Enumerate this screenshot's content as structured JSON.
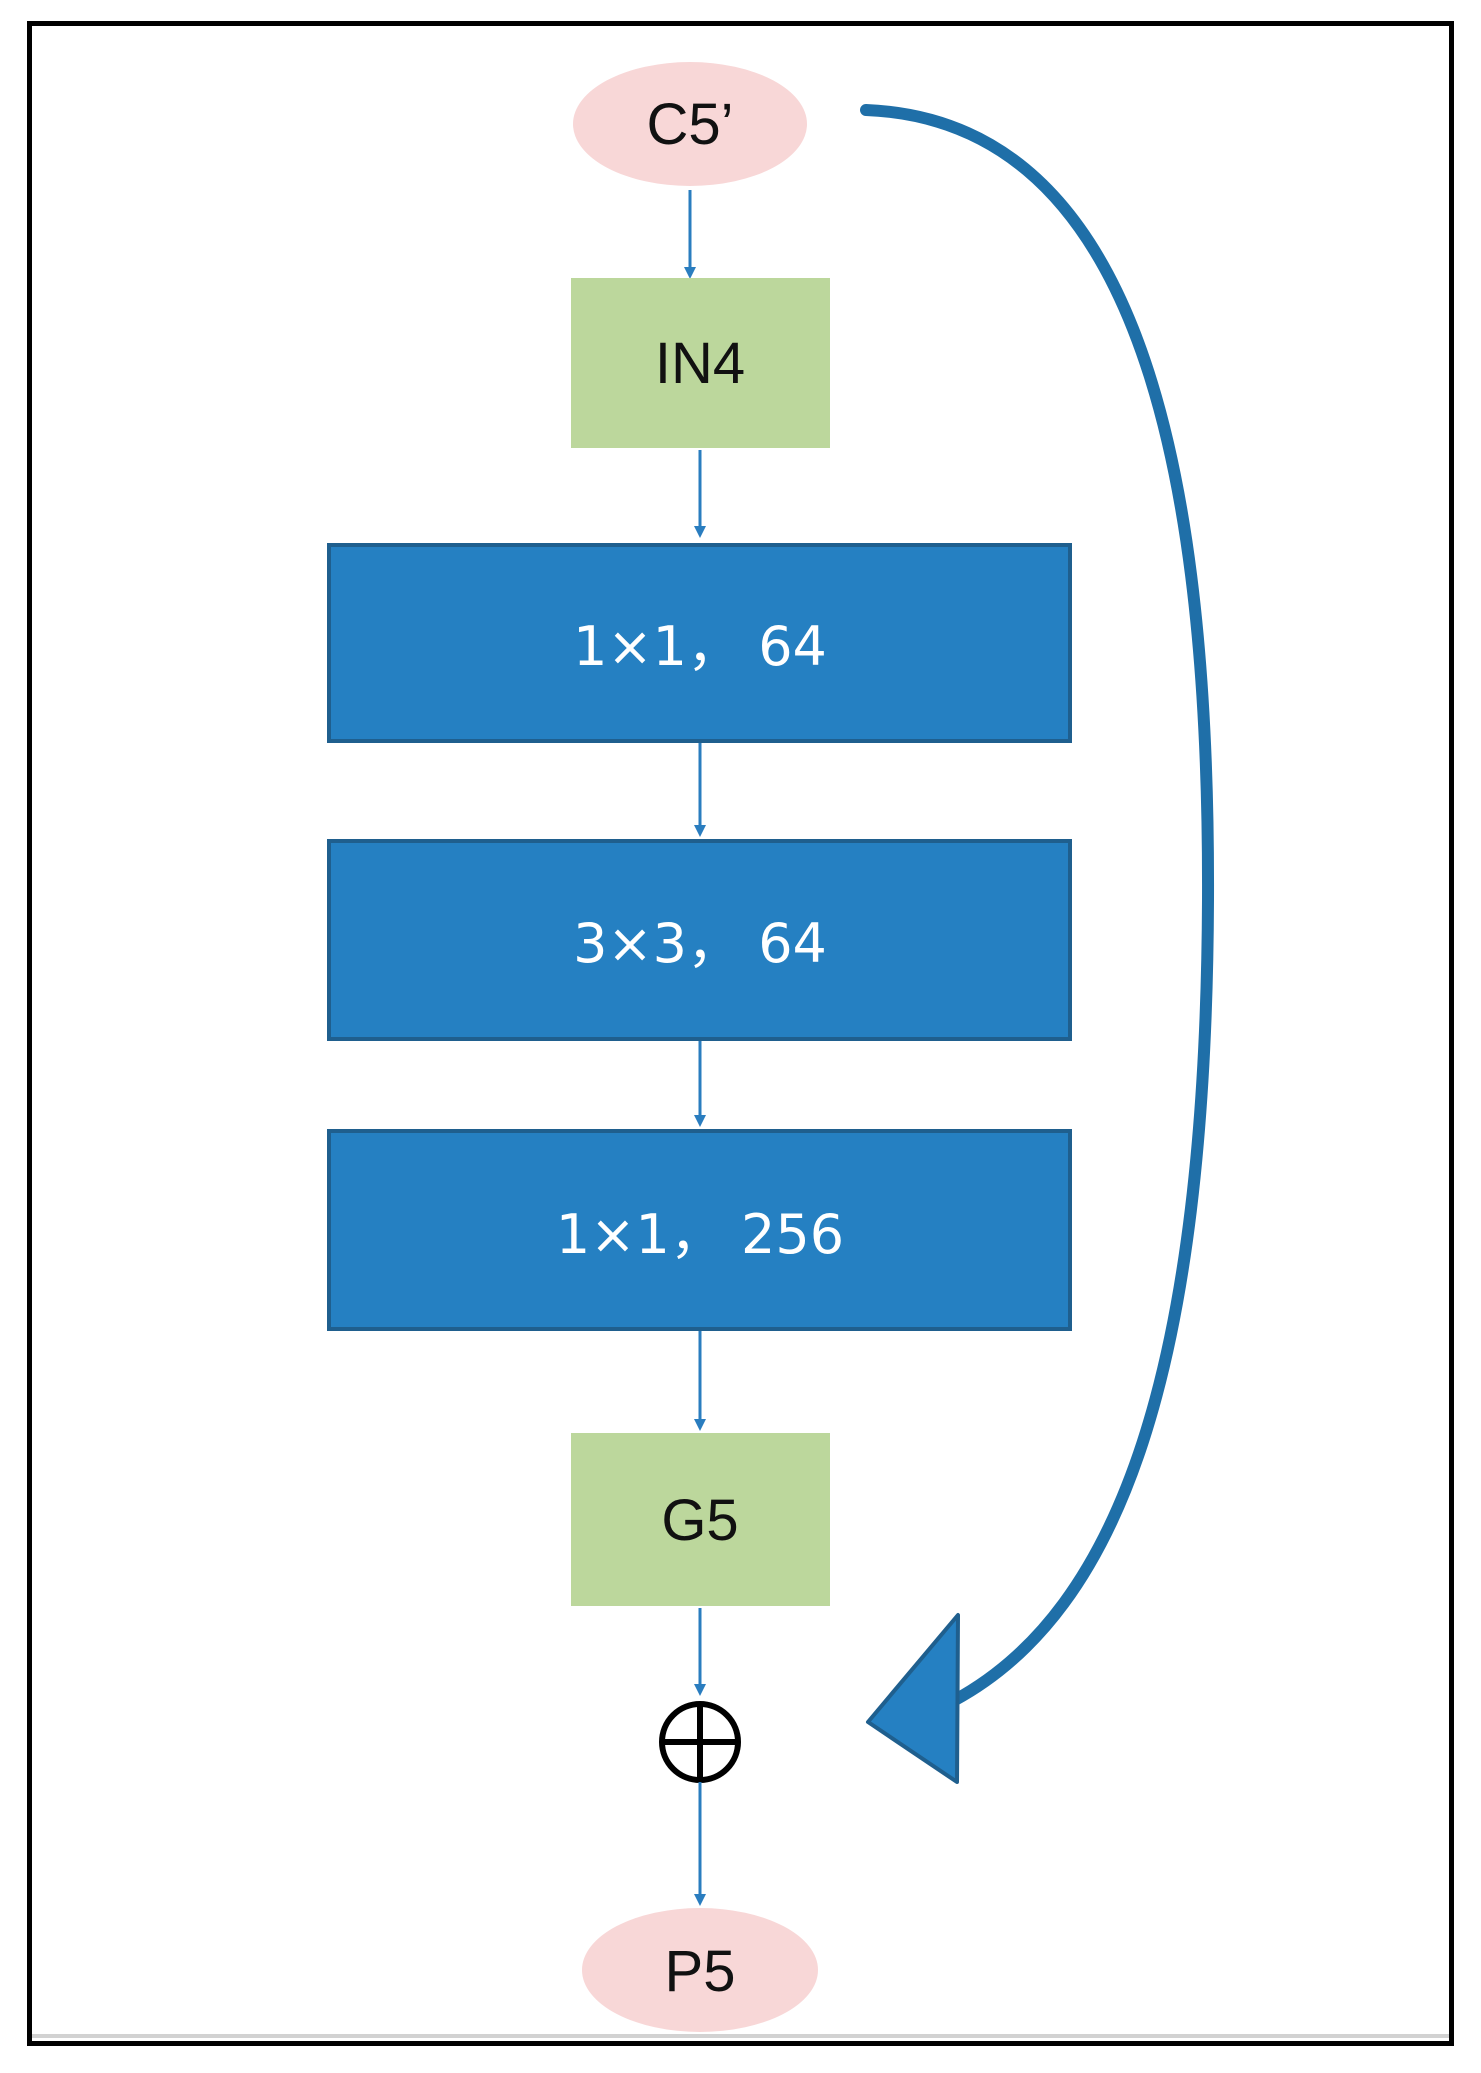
{
  "diagram": {
    "input_node": "C5’",
    "in_block": "IN4",
    "conv_blocks": [
      "1×1， 64",
      "3×3， 64",
      "1×1， 256"
    ],
    "gate_block": "G5",
    "sum_symbol": "⊕",
    "output_node": "P5",
    "colors": {
      "ellipse_fill": "#f8d7d7",
      "green_fill": "#bcd79c",
      "blue_fill": "#2580c2",
      "blue_border": "#1f5f8e",
      "arrow": "#2a7dbf",
      "skip_arrow": "#1f6fa8"
    }
  }
}
